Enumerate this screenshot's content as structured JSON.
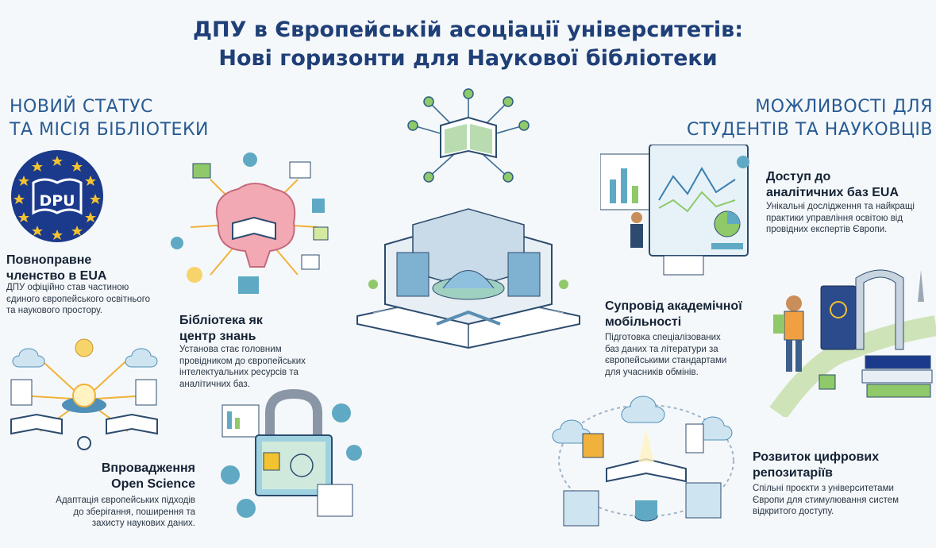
{
  "title": {
    "line1": "ДПУ в Європейській асоціації університетів:",
    "line2": "Нові горизонти для Наукової бібліотеки"
  },
  "left_section": {
    "line1": "НОВИЙ СТАТУС",
    "line2": "ТА МІСІЯ БІБЛІОТЕКИ"
  },
  "right_section": {
    "line1": "МОЖЛИВОСТІ ДЛЯ",
    "line2": "СТУДЕНТІВ ТА НАУКОВЦІВ"
  },
  "logo_text": "DPU",
  "blocks": {
    "eua": {
      "h1": "Повноправне",
      "h2": "членство в EUA",
      "d1": "ДПУ офіційно став частиною",
      "d2": "єдиного європейського освітнього",
      "d3": "та наукового простору."
    },
    "center": {
      "h1": "Бібліотека як",
      "h2": "центр знань",
      "d1": "Установа стає головним",
      "d2": "провідником до європейських",
      "d3": "інтелектуальних ресурсів та",
      "d4": "аналітичних баз."
    },
    "open": {
      "h1": "Впровадження",
      "h2": "Open Science",
      "d1": "Адаптація європейських підходів",
      "d2": "до зберігання, поширення та",
      "d3": "захисту наукових даних."
    },
    "access": {
      "h1": "Доступ до",
      "h2": "аналітичних баз EUA",
      "d1": "Унікальні дослідження та найкращі",
      "d2": "практики управління освітою від",
      "d3": "провідних експертів Європи."
    },
    "mobility": {
      "h1": "Супровід академічної",
      "h2": "мобільності",
      "d1": "Підготовка спеціалізованих",
      "d2": "баз даних та літератури за",
      "d3": "європейськими стандартами",
      "d4": "для учасників обмінів."
    },
    "repo": {
      "h1": "Розвиток цифрових",
      "h2": "репозитаріїв",
      "d1": "Спільні проєкти з університетами",
      "d2": "Європи для стимулювання систем",
      "d3": "відкритого доступу."
    }
  },
  "colors": {
    "title": "#1f3f78",
    "section": "#275b94",
    "eu_blue": "#1b3a8c",
    "eu_star": "#f2c230",
    "accent_green": "#8fc96a",
    "accent_teal": "#5fa9c4"
  }
}
